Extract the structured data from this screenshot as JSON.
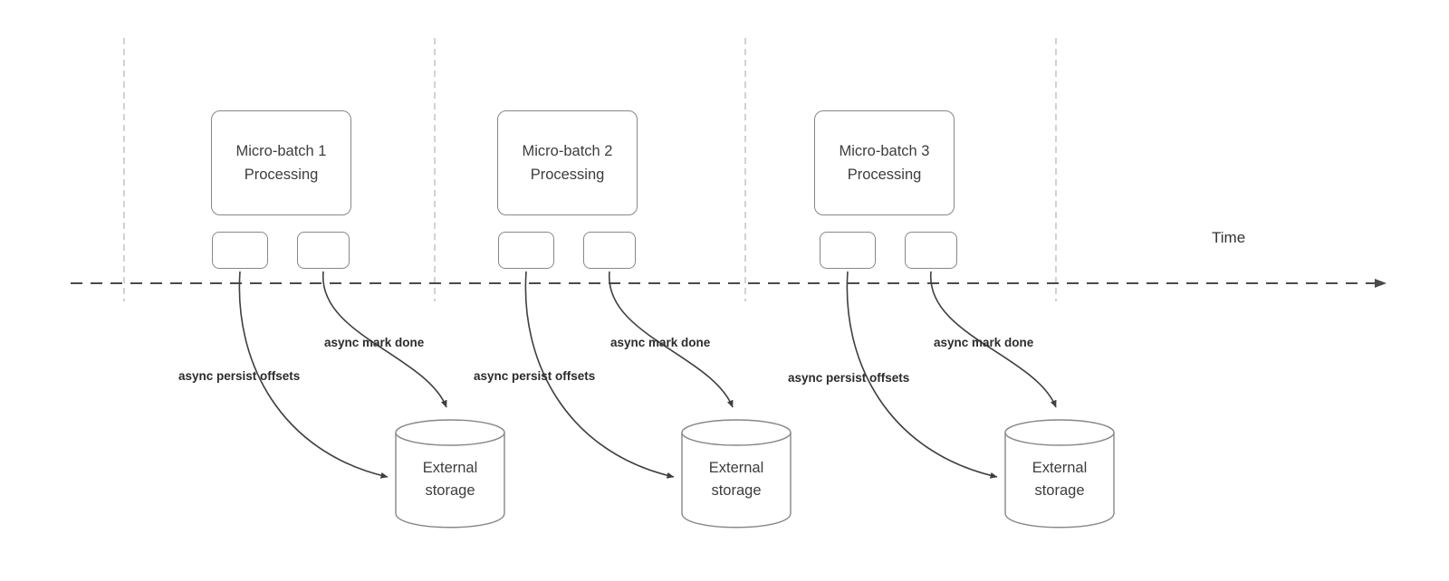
{
  "diagram": {
    "time_label": "Time",
    "colors": {
      "box_border": "#878787",
      "text": "#3d3d3d",
      "label_text": "#2b2b2b",
      "timeline": "#4a4a4a",
      "gridline": "#c6c6c6",
      "arrow": "#3f3f3f",
      "background": "#ffffff"
    },
    "groups": [
      {
        "title_line1": "Micro-batch 1",
        "title_line2": "Processing",
        "persist_label": "async persist offsets",
        "mark_done_label": "async mark done",
        "storage_line1": "External",
        "storage_line2": "storage"
      },
      {
        "title_line1": "Micro-batch 2",
        "title_line2": "Processing",
        "persist_label": "async persist offsets",
        "mark_done_label": "async mark done",
        "storage_line1": "External",
        "storage_line2": "storage"
      },
      {
        "title_line1": "Micro-batch 3",
        "title_line2": "Processing",
        "persist_label": "async persist offsets",
        "mark_done_label": "async mark done",
        "storage_line1": "External",
        "storage_line2": "storage"
      }
    ]
  }
}
